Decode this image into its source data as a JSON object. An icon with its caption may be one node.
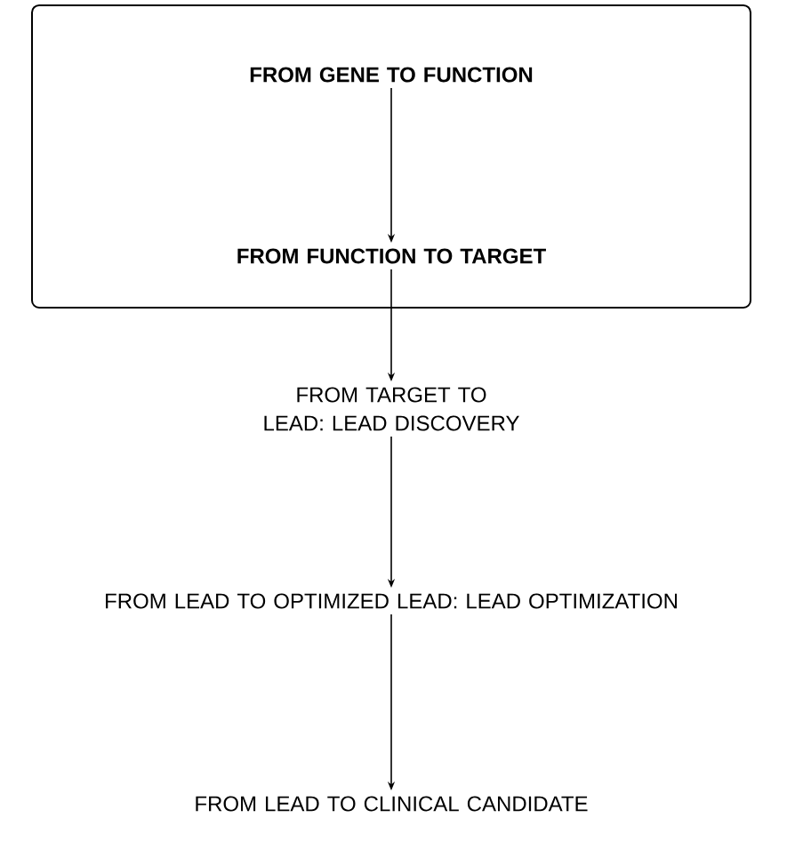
{
  "diagram": {
    "nodes": [
      {
        "text": [],
        "shape": "box"
      },
      {
        "text": [
          "FROM GENE TO FUNCTION"
        ],
        "in": 0
      },
      {
        "text": [
          "FROM FUNCTION TO TARGET"
        ],
        "in": 0
      },
      {
        "text": [
          "FROM TARGET TO LEAD: LEAD DISCOVERY"
        ]
      },
      {
        "text": [
          "FROM LEAD TO OPTIMIZED LEAD: LEAD OPTIMIZATION"
        ]
      },
      {
        "text": [
          "FROM LEAD TO CLINICAL CANDIDATE"
        ]
      }
    ],
    "edges": [
      {
        "from": 1,
        "to": 2,
        "arrow": "to"
      },
      {
        "from": 2,
        "to": 3,
        "arrow": "to"
      },
      {
        "from": 3,
        "to": 4,
        "arrow": "to"
      },
      {
        "from": 4,
        "to": 5,
        "arrow": "to"
      }
    ]
  }
}
